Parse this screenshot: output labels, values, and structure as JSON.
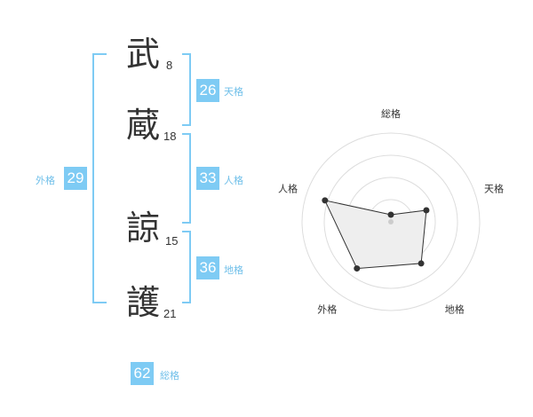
{
  "characters": [
    {
      "char": "武",
      "strokes": "8"
    },
    {
      "char": "蔵",
      "strokes": "18"
    },
    {
      "char": "諒",
      "strokes": "15"
    },
    {
      "char": "護",
      "strokes": "21"
    }
  ],
  "kakusu": {
    "tenkaku": {
      "value": "26",
      "label": "天格"
    },
    "jinkaku": {
      "value": "33",
      "label": "人格"
    },
    "chikaku": {
      "value": "36",
      "label": "地格"
    },
    "gaikaku": {
      "value": "29",
      "label": "外格"
    },
    "soukaku": {
      "value": "62",
      "label": "総格"
    }
  },
  "colors": {
    "accent": "#7ecbf4",
    "accent_text": "#6fbfe9",
    "text": "#333333"
  },
  "chart_data": {
    "type": "radar",
    "axes": [
      "総格",
      "天格",
      "地格",
      "外格",
      "人格"
    ],
    "rings": 4,
    "values": [
      0.08,
      0.42,
      0.58,
      0.65,
      0.78
    ]
  }
}
